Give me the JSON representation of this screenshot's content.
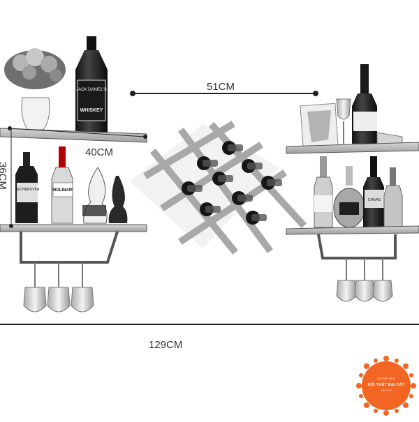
{
  "dimensions": {
    "total_width": "129CM",
    "rack_width": "51CM",
    "shelf_width": "40CM",
    "height": "36CM"
  },
  "bottle_labels": {
    "jack_top": "JACK DANIEL'S",
    "jack_bottom": "WHISKEY",
    "bechcrovka": "BECHEROVKA",
    "molinari": "MOLINARI",
    "chivas": "CHIVAS"
  },
  "logo": {
    "top_text": "DƯƠNG HOÀ",
    "main_text": "NỘI THẤT ĐẠI CÁT",
    "sub_text": "NỘI THẤT",
    "color": "#f26522"
  },
  "colors": {
    "wood": "#bdbdbd",
    "wood_dark": "#8f8f8f",
    "metal": "#6a6a6a",
    "line": "#222222"
  }
}
